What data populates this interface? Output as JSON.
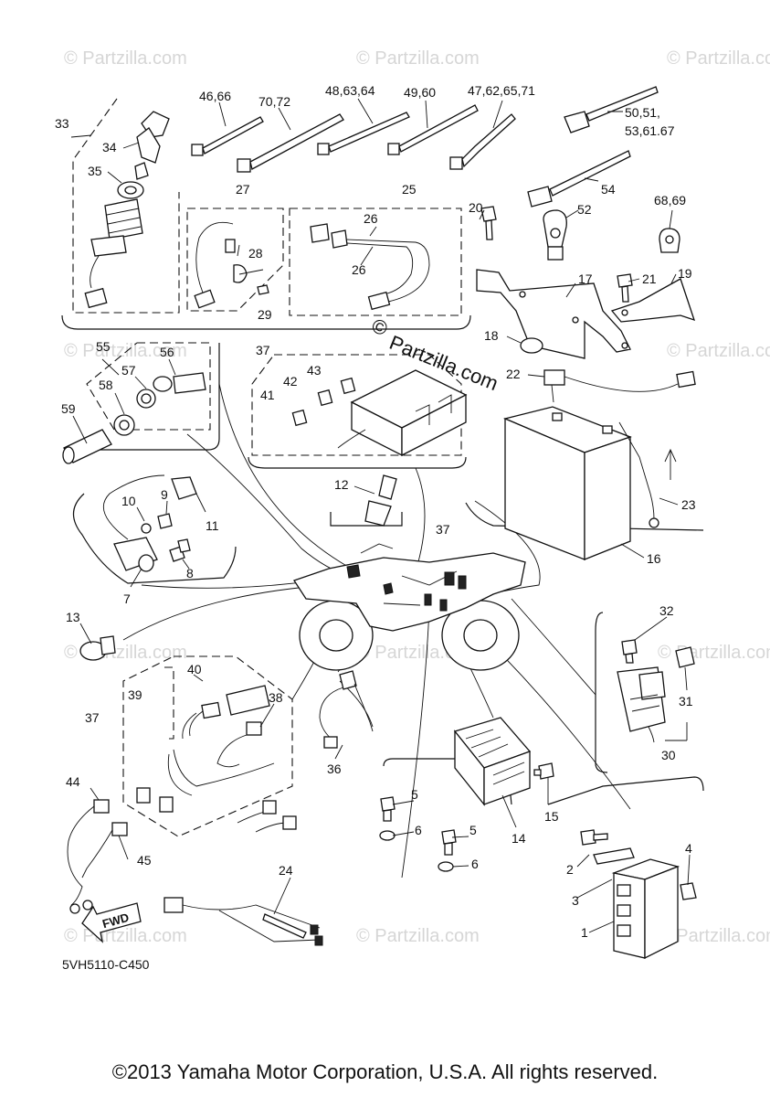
{
  "diagram_code": "5VH5110-C450",
  "copyright": "©2013 Yamaha Motor Corporation, U.S.A. All rights reserved.",
  "watermark": {
    "small": "© Partzilla.com",
    "center_symbol": "©",
    "center_text": "Partzilla.com"
  },
  "fwd_label": "FWD",
  "callouts": {
    "c1": "1",
    "c2": "2",
    "c3": "3",
    "c4": "4",
    "c5a": "5",
    "c5b": "5",
    "c6a": "6",
    "c6b": "6",
    "c7": "7",
    "c8": "8",
    "c9": "9",
    "c10": "10",
    "c11": "11",
    "c12": "12",
    "c13": "13",
    "c14": "14",
    "c15": "15",
    "c16": "16",
    "c17": "17",
    "c18": "18",
    "c19": "19",
    "c20": "20",
    "c21": "21",
    "c22": "22",
    "c23": "23",
    "c24": "24",
    "c25": "25",
    "c26a": "26",
    "c26b": "26",
    "c27": "27",
    "c28": "28",
    "c29": "29",
    "c30": "30",
    "c31": "31",
    "c32": "32",
    "c33": "33",
    "c34": "34",
    "c35": "35",
    "c36": "36",
    "c37a": "37",
    "c37b": "37",
    "c37c": "37",
    "c38": "38",
    "c39": "39",
    "c40": "40",
    "c41": "41",
    "c42": "42",
    "c43": "43",
    "c44": "44",
    "c45": "45",
    "c46": "46,66",
    "c70": "70,72",
    "c48": "48,63,64",
    "c49": "49,60",
    "c47": "47,62,65,71",
    "c50a": "50,51,",
    "c50b": "53,61.67",
    "c54": "54",
    "c52": "52",
    "c68": "68,69",
    "c55": "55",
    "c56": "56",
    "c57": "57",
    "c58": "58",
    "c59": "59"
  }
}
